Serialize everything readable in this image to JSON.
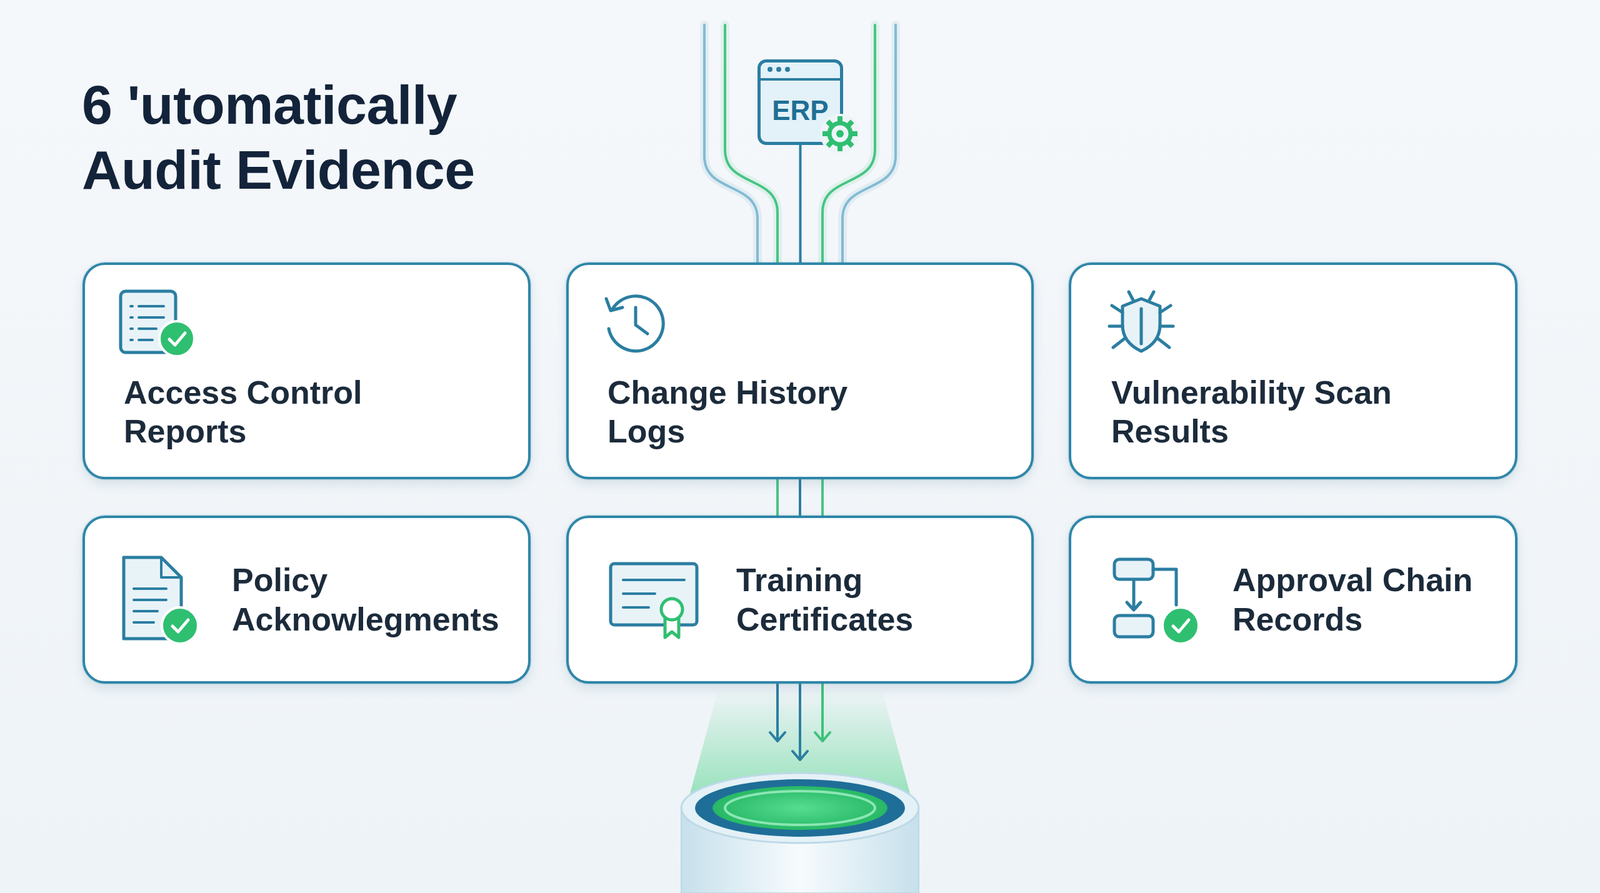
{
  "diagram": {
    "title": "6 'utomatically Audit Evidence",
    "nodes": [
      {
        "text": [
          "ERP"
        ]
      },
      {
        "text": [
          "Access Control Reports"
        ]
      },
      {
        "text": [
          "Change History Logs"
        ]
      },
      {
        "text": [
          "Vulnerability Scan Results"
        ]
      },
      {
        "text": [
          "Policy Acknowlegments"
        ]
      },
      {
        "text": [
          "Training Certificates"
        ]
      },
      {
        "text": [
          "Approval Chain Records"
        ]
      }
    ],
    "edges": [
      {
        "from": 0,
        "to": 2,
        "arrow": "none"
      },
      {
        "from": 2,
        "to": 5,
        "arrow": "none"
      }
    ]
  }
}
